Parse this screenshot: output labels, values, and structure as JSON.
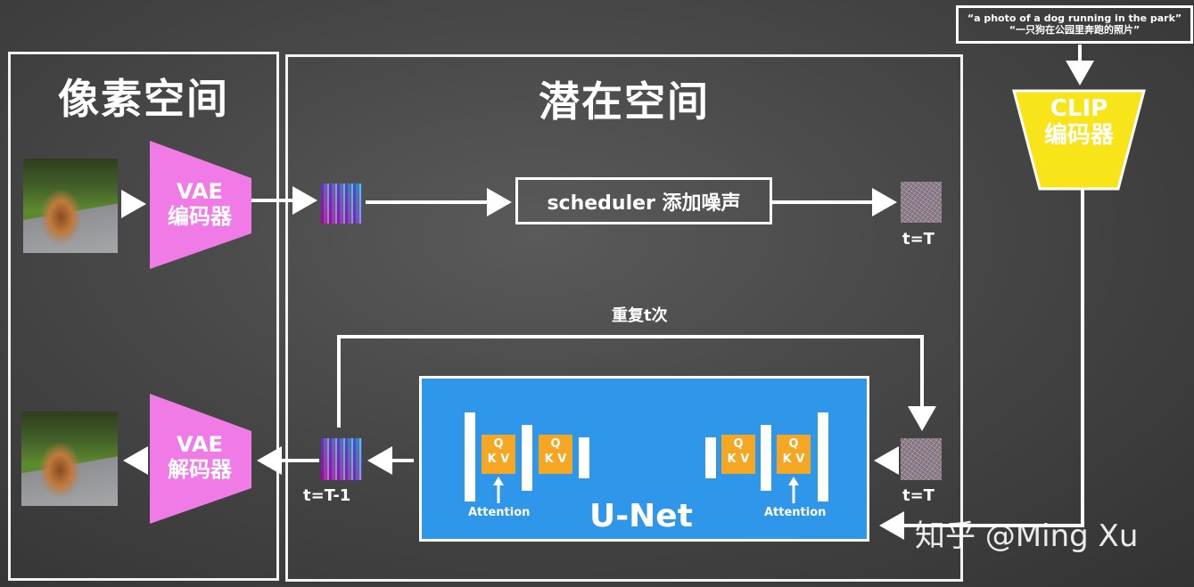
{
  "panels": {
    "pixel_space_title": "像素空间",
    "latent_space_title": "潜在空间"
  },
  "vae_encoder": {
    "line1": "VAE",
    "line2": "编码器"
  },
  "vae_decoder": {
    "line1": "VAE",
    "line2": "解码器"
  },
  "scheduler_label": "scheduler 添加噪声",
  "timesteps": {
    "top_t": "t=T",
    "unet_input_t": "t=T",
    "output_t": "t=T-1"
  },
  "repeat_label": "重复t次",
  "prompt": {
    "english": "“a photo of a dog running in the park”",
    "chinese": "“一只狗在公园里奔跑的照片”"
  },
  "clip_encoder": {
    "line1": "CLIP",
    "line2": "编码器"
  },
  "unet": {
    "title": "U-Net",
    "left_attention_label": "Attention",
    "right_attention_label": "Attention",
    "qkv_top": "Q",
    "qkv_bottom": "K V"
  },
  "watermark": "知乎 @Ming Xu",
  "colors": {
    "vae_pink": "#f07be6",
    "clip_yellow": "#f7e51a",
    "unet_blue": "#2f97ea",
    "qkv_orange": "#f5a623"
  }
}
